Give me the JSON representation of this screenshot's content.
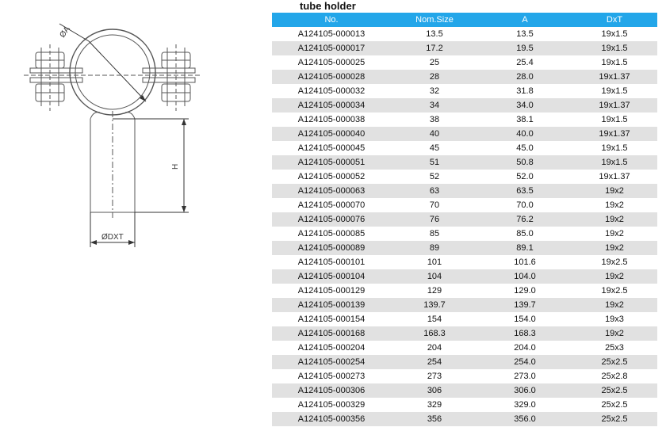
{
  "drawing": {
    "label_a": "ØA",
    "label_h": "H",
    "label_dxt": "ØDXT"
  },
  "title": "tube holder",
  "table": {
    "headers": [
      "No.",
      "Nom.Size",
      "A",
      "DxT"
    ],
    "rows": [
      [
        "A124105-000013",
        "13.5",
        "13.5",
        "19x1.5"
      ],
      [
        "A124105-000017",
        "17.2",
        "19.5",
        "19x1.5"
      ],
      [
        "A124105-000025",
        "25",
        "25.4",
        "19x1.5"
      ],
      [
        "A124105-000028",
        "28",
        "28.0",
        "19x1.37"
      ],
      [
        "A124105-000032",
        "32",
        "31.8",
        "19x1.5"
      ],
      [
        "A124105-000034",
        "34",
        "34.0",
        "19x1.37"
      ],
      [
        "A124105-000038",
        "38",
        "38.1",
        "19x1.5"
      ],
      [
        "A124105-000040",
        "40",
        "40.0",
        "19x1.37"
      ],
      [
        "A124105-000045",
        "45",
        "45.0",
        "19x1.5"
      ],
      [
        "A124105-000051",
        "51",
        "50.8",
        "19x1.5"
      ],
      [
        "A124105-000052",
        "52",
        "52.0",
        "19x1.37"
      ],
      [
        "A124105-000063",
        "63",
        "63.5",
        "19x2"
      ],
      [
        "A124105-000070",
        "70",
        "70.0",
        "19x2"
      ],
      [
        "A124105-000076",
        "76",
        "76.2",
        "19x2"
      ],
      [
        "A124105-000085",
        "85",
        "85.0",
        "19x2"
      ],
      [
        "A124105-000089",
        "89",
        "89.1",
        "19x2"
      ],
      [
        "A124105-000101",
        "101",
        "101.6",
        "19x2.5"
      ],
      [
        "A124105-000104",
        "104",
        "104.0",
        "19x2"
      ],
      [
        "A124105-000129",
        "129",
        "129.0",
        "19x2.5"
      ],
      [
        "A124105-000139",
        "139.7",
        "139.7",
        "19x2"
      ],
      [
        "A124105-000154",
        "154",
        "154.0",
        "19x3"
      ],
      [
        "A124105-000168",
        "168.3",
        "168.3",
        "19x2"
      ],
      [
        "A124105-000204",
        "204",
        "204.0",
        "25x3"
      ],
      [
        "A124105-000254",
        "254",
        "254.0",
        "25x2.5"
      ],
      [
        "A124105-000273",
        "273",
        "273.0",
        "25x2.8"
      ],
      [
        "A124105-000306",
        "306",
        "306.0",
        "25x2.5"
      ],
      [
        "A124105-000329",
        "329",
        "329.0",
        "25x2.5"
      ],
      [
        "A124105-000356",
        "356",
        "356.0",
        "25x2.5"
      ]
    ]
  }
}
